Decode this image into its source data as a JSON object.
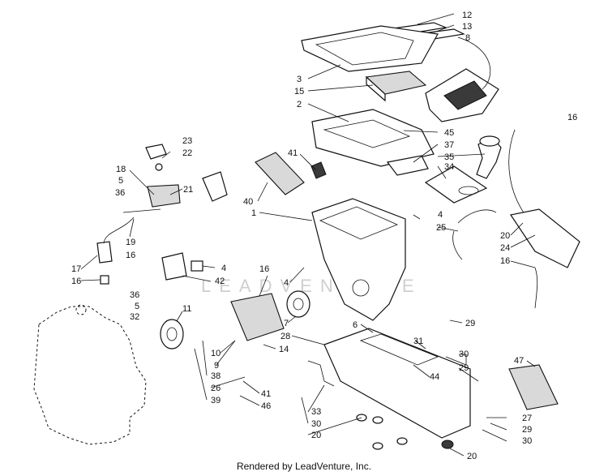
{
  "watermark": "LEADVENTURE",
  "credit": "Rendered by LeadVenture, Inc.",
  "callouts": [
    {
      "label": "12"
    },
    {
      "label": "13"
    },
    {
      "label": "8"
    },
    {
      "label": "3"
    },
    {
      "label": "15"
    },
    {
      "label": "2"
    },
    {
      "label": "45"
    },
    {
      "label": "16"
    },
    {
      "label": "37"
    },
    {
      "label": "35"
    },
    {
      "label": "41"
    },
    {
      "label": "34"
    },
    {
      "label": "23"
    },
    {
      "label": "22"
    },
    {
      "label": "18"
    },
    {
      "label": "5"
    },
    {
      "label": "21"
    },
    {
      "label": "36"
    },
    {
      "label": "40"
    },
    {
      "label": "1"
    },
    {
      "label": "4"
    },
    {
      "label": "25"
    },
    {
      "label": "20"
    },
    {
      "label": "24"
    },
    {
      "label": "16"
    },
    {
      "label": "19"
    },
    {
      "label": "16"
    },
    {
      "label": "17"
    },
    {
      "label": "16"
    },
    {
      "label": "4"
    },
    {
      "label": "42"
    },
    {
      "label": "16"
    },
    {
      "label": "4"
    },
    {
      "label": "36"
    },
    {
      "label": "5"
    },
    {
      "label": "32"
    },
    {
      "label": "11"
    },
    {
      "label": "7"
    },
    {
      "label": "6"
    },
    {
      "label": "29"
    },
    {
      "label": "28"
    },
    {
      "label": "31"
    },
    {
      "label": "30"
    },
    {
      "label": "29"
    },
    {
      "label": "47"
    },
    {
      "label": "10"
    },
    {
      "label": "14"
    },
    {
      "label": "9"
    },
    {
      "label": "38"
    },
    {
      "label": "26"
    },
    {
      "label": "39"
    },
    {
      "label": "44"
    },
    {
      "label": "41"
    },
    {
      "label": "46"
    },
    {
      "label": "33"
    },
    {
      "label": "30"
    },
    {
      "label": "20"
    },
    {
      "label": "27"
    },
    {
      "label": "29"
    },
    {
      "label": "30"
    },
    {
      "label": "20"
    }
  ]
}
